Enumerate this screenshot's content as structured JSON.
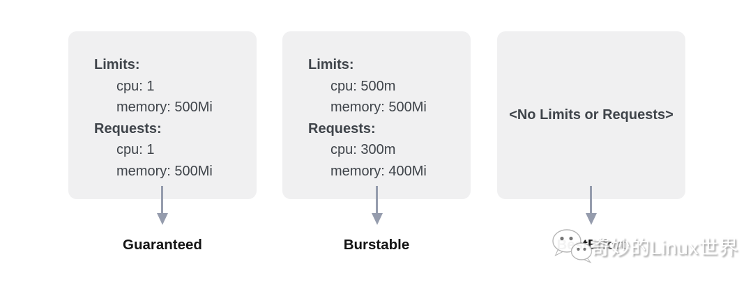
{
  "colors": {
    "page_bg": "#ffffff",
    "card_bg": "#f0f0f1",
    "card_text": "#3f444a",
    "arrow": "#959cad",
    "label_text": "#141414",
    "wm_shadow": "#9a9a9a"
  },
  "cards": [
    {
      "id": "guaranteed",
      "label": "Guaranteed",
      "sections": [
        {
          "title": "Limits:",
          "entries": [
            "cpu: 1",
            "memory: 500Mi"
          ]
        },
        {
          "title": "Requests:",
          "entries": [
            "cpu: 1",
            "memory: 500Mi"
          ]
        }
      ]
    },
    {
      "id": "burstable",
      "label": "Burstable",
      "sections": [
        {
          "title": "Limits:",
          "entries": [
            "cpu: 500m",
            "memory: 500Mi"
          ]
        },
        {
          "title": "Requests:",
          "entries": [
            "cpu: 300m",
            "memory: 400Mi"
          ]
        }
      ]
    },
    {
      "id": "besteffort",
      "label": "BestEffort",
      "placeholder": "<No Limits or Requests>"
    }
  ],
  "watermark": {
    "icon": "wechat-icon",
    "text": "奇妙的Linux世界"
  }
}
